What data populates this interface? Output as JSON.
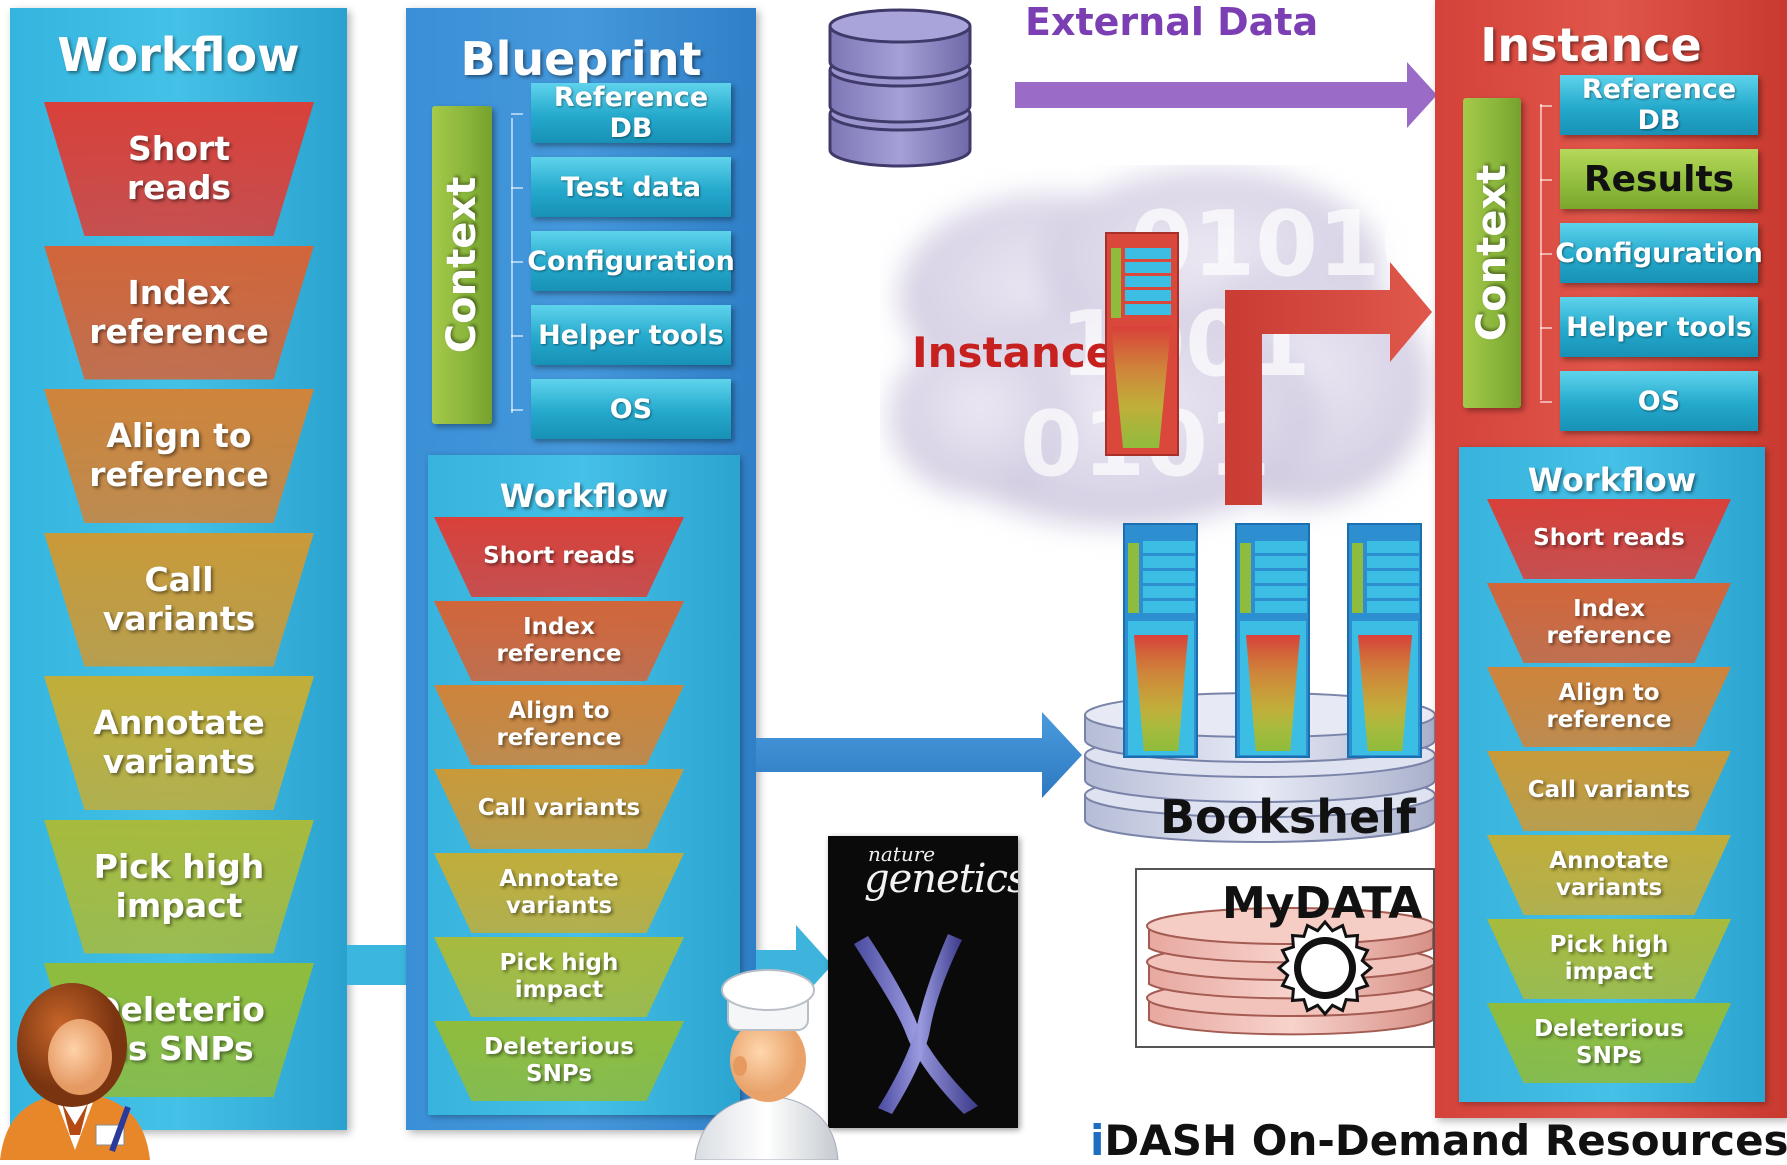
{
  "colors": {
    "stages": [
      "#d9403a",
      "#d2653a",
      "#cf843a",
      "#c99a39",
      "#c1ae3a",
      "#a7bb3d",
      "#8fbc3c"
    ],
    "workflow_panel": "#3fb8de",
    "blueprint_panel": "#3a8fd6",
    "instance_panel": "#d9483b",
    "external_arrow": "#9a6cc8",
    "instance_label": "#c6201f"
  },
  "workflow": {
    "title": "Workflow",
    "stages": [
      {
        "label": "Short reads"
      },
      {
        "label": "Index reference"
      },
      {
        "label": "Align to reference"
      },
      {
        "label": "Call variants"
      },
      {
        "label": "Annotate variants"
      },
      {
        "label": "Pick high impact"
      },
      {
        "label": "Deleterio us SNPs"
      }
    ]
  },
  "blueprint": {
    "title": "Blueprint",
    "context_label": "Context",
    "context_items": [
      "Reference DB",
      "Test data",
      "Configuration",
      "Helper tools",
      "OS"
    ],
    "workflow_title": "Workflow",
    "stages": [
      "Short reads",
      "Index reference",
      "Align to reference",
      "Call variants",
      "Annotate variants",
      "Pick high impact",
      "Deleterious SNPs"
    ]
  },
  "external_data": {
    "label": "External Data",
    "icon": "database-icon"
  },
  "cloud": {
    "instance_label": "Instance",
    "icon": "cloud-icon"
  },
  "bookshelf": {
    "label": "Bookshelf",
    "copies": 3
  },
  "mydata": {
    "label": "MyDATA",
    "icon": "gear-icon"
  },
  "journal": {
    "masthead": "nature",
    "title": "genetics",
    "icon": "chromosome-icon"
  },
  "instance": {
    "title": "Instance",
    "context_label": "Context",
    "context_items": [
      {
        "label": "Reference DB",
        "highlight": false
      },
      {
        "label": "Results",
        "highlight": true
      },
      {
        "label": "Configuration",
        "highlight": false
      },
      {
        "label": "Helper tools",
        "highlight": false
      },
      {
        "label": "OS",
        "highlight": false
      }
    ],
    "workflow_title": "Workflow",
    "stages": [
      "Short reads",
      "Index reference",
      "Align to reference",
      "Call variants",
      "Annotate variants",
      "Pick high impact",
      "Deleterious SNPs"
    ]
  },
  "footer": {
    "prefix": "i",
    "text": "DASH On-Demand Resources"
  }
}
